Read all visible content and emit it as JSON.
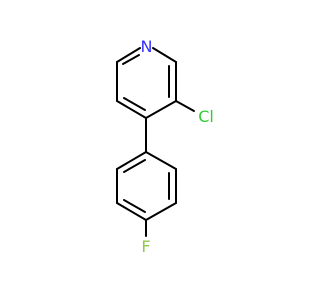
{
  "molecule": {
    "atoms": [
      {
        "id": "N",
        "label": "N",
        "color": "#3333ff"
      },
      {
        "id": "Cl",
        "label": "Cl",
        "color": "#33cc33"
      },
      {
        "id": "F",
        "label": "F",
        "color": "#8fc84a"
      }
    ],
    "bond_color": "#000000",
    "background": "#ffffff"
  }
}
